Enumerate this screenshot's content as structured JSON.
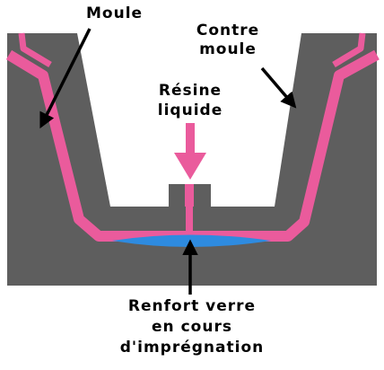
{
  "labels": {
    "moule": "Moule",
    "contre_moule_1": "Contre",
    "contre_moule_2": "moule",
    "resine_1": "Résine",
    "resine_2": "liquide",
    "renfort_1": "Renfort verre",
    "renfort_2": "en cours",
    "renfort_3": "d'imprégnation"
  },
  "colors": {
    "mold": "#5e5e5e",
    "resin": "#ea5b9c",
    "glass": "#2e8be0",
    "text": "#000000",
    "arrow": "#000000",
    "background": "#ffffff"
  }
}
